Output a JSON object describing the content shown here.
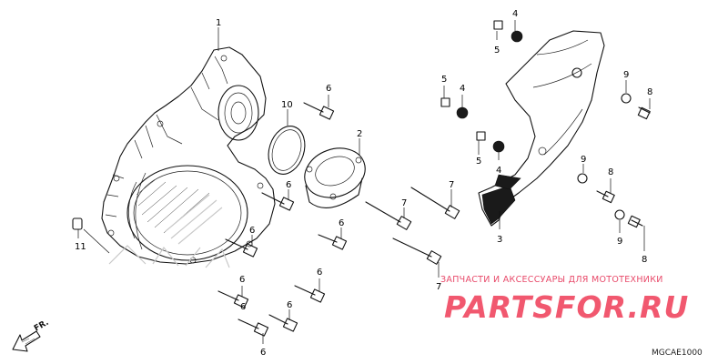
{
  "diagram": {
    "callouts": [
      {
        "id": "c1",
        "text": "1"
      },
      {
        "id": "c2",
        "text": "2"
      },
      {
        "id": "c3",
        "text": "3"
      },
      {
        "id": "c4a",
        "text": "4"
      },
      {
        "id": "c4b",
        "text": "4"
      },
      {
        "id": "c4c",
        "text": "4"
      },
      {
        "id": "c5a",
        "text": "5"
      },
      {
        "id": "c5b",
        "text": "5"
      },
      {
        "id": "c5c",
        "text": "5"
      },
      {
        "id": "c6a",
        "text": "6"
      },
      {
        "id": "c6b",
        "text": "6"
      },
      {
        "id": "c6c",
        "text": "6"
      },
      {
        "id": "c6d",
        "text": "6"
      },
      {
        "id": "c6e",
        "text": "6"
      },
      {
        "id": "c6f",
        "text": "6"
      },
      {
        "id": "c6g",
        "text": "6"
      },
      {
        "id": "c6h",
        "text": "6"
      },
      {
        "id": "c6i",
        "text": "6"
      },
      {
        "id": "c7a",
        "text": "7"
      },
      {
        "id": "c7b",
        "text": "7"
      },
      {
        "id": "c7c",
        "text": "7"
      },
      {
        "id": "c8a",
        "text": "8"
      },
      {
        "id": "c8b",
        "text": "8"
      },
      {
        "id": "c8c",
        "text": "8"
      },
      {
        "id": "c9a",
        "text": "9"
      },
      {
        "id": "c9b",
        "text": "9"
      },
      {
        "id": "c9c",
        "text": "9"
      },
      {
        "id": "c10",
        "text": "10"
      },
      {
        "id": "c11",
        "text": "11"
      }
    ],
    "direction_label": "FR.",
    "diagram_code": "MGCAE1000",
    "watermark": {
      "promo_text": "ЗАПЧАСТИ И АКСЕССУАРЫ ДЛЯ МОТОТЕХНИКИ",
      "brand_text": "PARTSFOR.RU",
      "color": "#f1586f"
    }
  }
}
